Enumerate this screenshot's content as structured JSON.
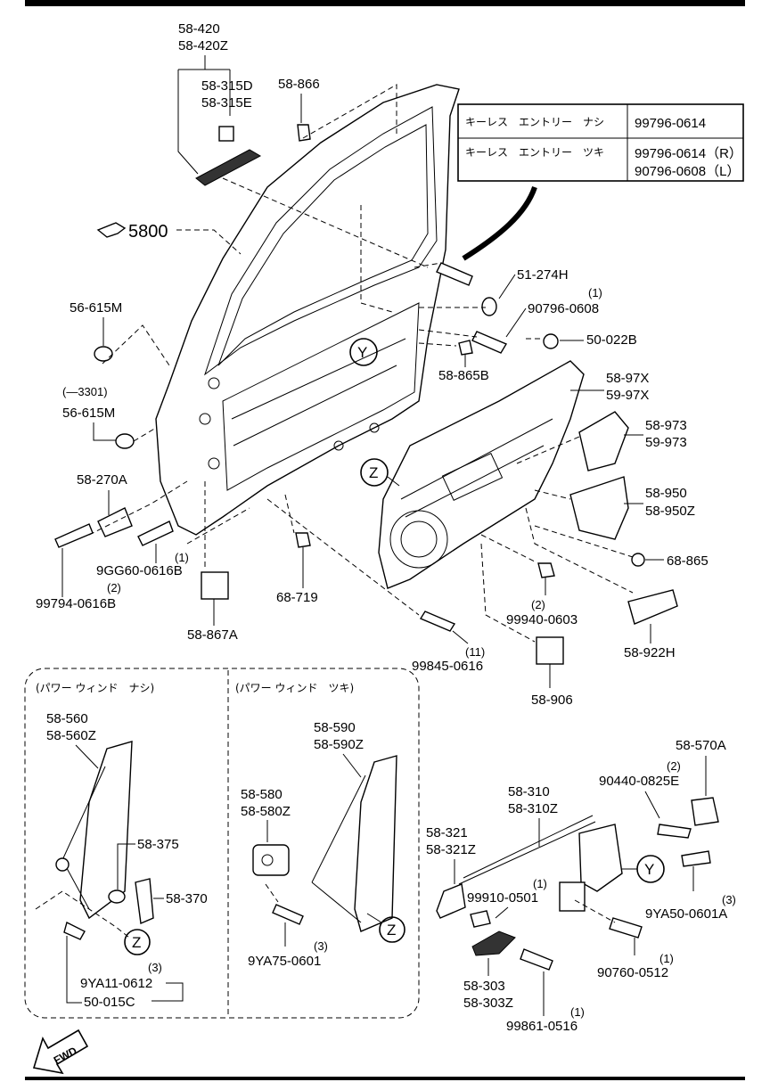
{
  "header_table": {
    "rows": [
      {
        "desc": "キーレス　エントリー　ナシ",
        "parts": [
          "99796-0614"
        ]
      },
      {
        "desc": "キーレス　エントリー　ツキ",
        "parts": [
          "99796-0614（R）",
          "90796-0608（L）"
        ]
      }
    ]
  },
  "door_ref": "5800",
  "callouts": {
    "y": "Y",
    "z": "Z"
  },
  "labels": {
    "p58_420": "58-420",
    "p58_420z": "58-420Z",
    "p58_315d": "58-315D",
    "p58_315e": "58-315E",
    "p58_866": "58-866",
    "p51_274h": "51-274H",
    "q90796": "(1)",
    "p90796": "90796-0608",
    "p50_022b": "50-022B",
    "p58_865b": "58-865B",
    "p58_97x": "58-97X",
    "p59_97x": "59-97X",
    "p58_973": "58-973",
    "p59_973": "59-973",
    "p58_950": "58-950",
    "p58_950z": "58-950Z",
    "p68_865": "68-865",
    "p56_615m_a": "56-615M",
    "range_note": "(—3301)",
    "p56_615m_b": "56-615M",
    "p58_270a": "58-270A",
    "q9gg60": "(1)",
    "p9gg60": "9GG60-0616B",
    "p99794": "99794-0616B",
    "q99794": "(2)",
    "p58_867a": "58-867A",
    "p68_719": "68-719",
    "q99940": "(2)",
    "p99940": "99940-0603",
    "p58_922h": "58-922H",
    "q99845": "(11)",
    "p99845": "99845-0616",
    "p58_906": "58-906"
  },
  "panel_left": {
    "title": "(パワー ウィンド　ナシ)",
    "p58_560": "58-560",
    "p58_560z": "58-560Z",
    "p58_375": "58-375",
    "p58_370": "58-370",
    "q9ya11": "(3)",
    "p9ya11": "9YA11-0612",
    "p50_015c": "50-015C"
  },
  "panel_right": {
    "title": "(パワー ウィンド　ツキ)",
    "p58_590": "58-590",
    "p58_590z": "58-590Z",
    "p58_580": "58-580",
    "p58_580z": "58-580Z",
    "q9ya75": "(3)",
    "p9ya75": "9YA75-0601"
  },
  "lock_section": {
    "p58_570a": "58-570A",
    "q90440": "(2)",
    "p90440": "90440-0825E",
    "p58_310": "58-310",
    "p58_310z": "58-310Z",
    "p58_321": "58-321",
    "p58_321z": "58-321Z",
    "q99910": "(1)",
    "p99910": "99910-0501",
    "q9ya50": "(3)",
    "p9ya50": "9YA50-0601A",
    "q90760": "(1)",
    "p90760": "90760-0512",
    "p58_303": "58-303",
    "p58_303z": "58-303Z",
    "q99861": "(1)",
    "p99861": "99861-0516"
  },
  "fwd": "FWD"
}
